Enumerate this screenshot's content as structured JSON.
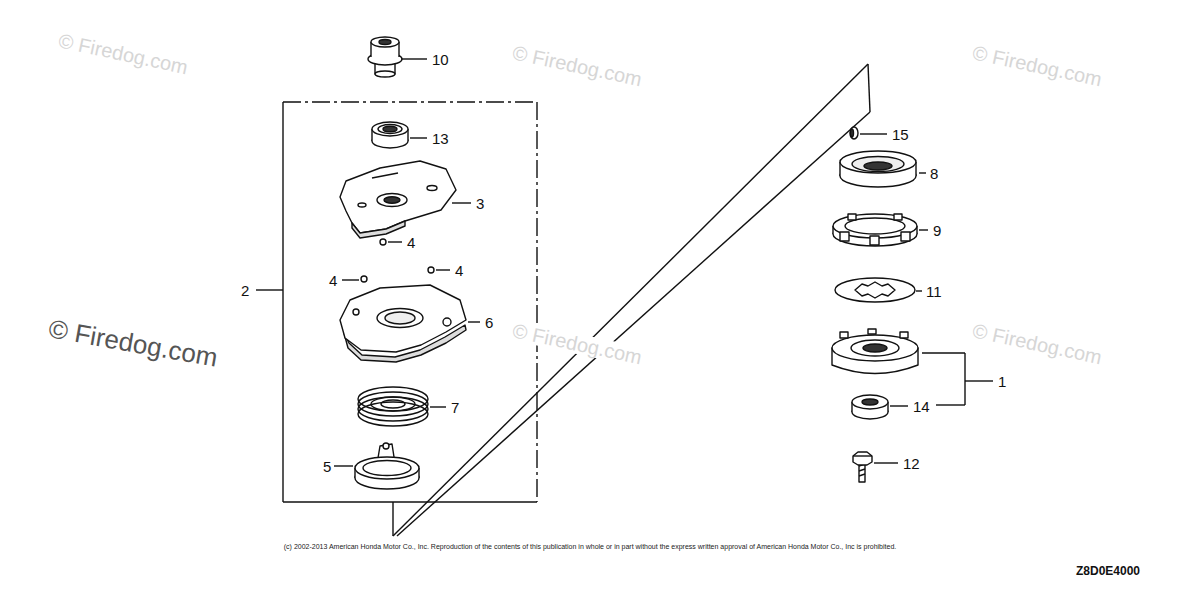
{
  "diagram": {
    "labels": [
      "© Firedog.com",
      "© Firedog.com",
      "© Firedog.com",
      "10",
      "13",
      "15",
      "3",
      "8",
      "4",
      "9",
      "2",
      "4",
      "4",
      "11",
      "© Firedog.com",
      "6",
      "© Firedog.com",
      "© Firedog.com",
      "1",
      "7",
      "14",
      "5",
      "12",
      "(c) 2002-2013 American Honda Motor Co., Inc. Reproduction of the contents of this publication in whole or in part without the express written approval of American Honda Motor Co., Inc is prohibited.",
      "Z8D0E4000"
    ]
  }
}
